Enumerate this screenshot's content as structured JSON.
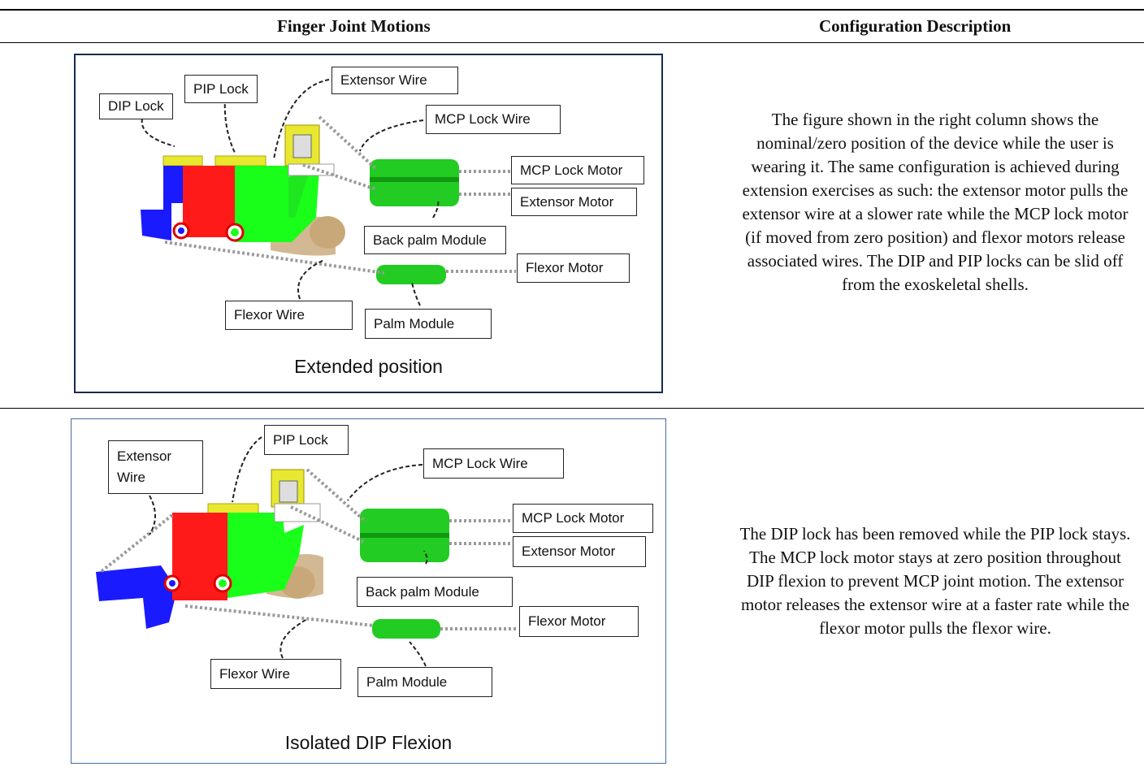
{
  "table": {
    "headers": [
      "Finger Joint Motions",
      "Configuration Description"
    ],
    "rows": [
      {
        "figure": {
          "caption": "Extended position",
          "labels": {
            "dip_lock": "DIP Lock",
            "pip_lock": "PIP Lock",
            "extensor_wire": "Extensor Wire",
            "mcp_lock_wire": "MCP Lock Wire",
            "mcp_lock_motor": "MCP Lock Motor",
            "extensor_motor": "Extensor Motor",
            "back_palm_module": "Back palm Module",
            "flexor_motor": "Flexor Motor",
            "flexor_wire": "Flexor Wire",
            "palm_module": "Palm Module"
          }
        },
        "description": "The figure shown in the right column shows the nominal/zero position of the device while the user is wearing it. The same configuration is achieved during extension exercises as such: the extensor motor pulls the extensor wire at a slower rate while the MCP lock motor (if moved from zero position) and flexor motors release associated wires. The DIP and PIP locks can be slid off from the exoskeletal shells."
      },
      {
        "figure": {
          "caption": "Isolated DIP Flexion",
          "labels": {
            "extensor_wire": "Extensor Wire",
            "pip_lock": "PIP Lock",
            "mcp_lock_wire": "MCP Lock Wire",
            "mcp_lock_motor": "MCP Lock Motor",
            "extensor_motor": "Extensor Motor",
            "back_palm_module": "Back palm Module",
            "flexor_motor": "Flexor Motor",
            "flexor_wire": "Flexor Wire",
            "palm_module": "Palm Module"
          }
        },
        "description": "The DIP lock has been removed while the PIP lock stays. The MCP lock motor stays at zero position throughout DIP flexion to prevent MCP joint motion. The extensor motor releases the extensor wire at a faster rate while the flexor motor pulls the flexor wire."
      }
    ]
  },
  "colors": {
    "dip_segment": "#1a1aff",
    "pip_segment": "#ff1a1a",
    "mcp_segment": "#1aff1a",
    "motor_green": "#22cc22",
    "lock_yellow": "#e8e830",
    "palm_tan": "#c8a878",
    "wire_gray": "#9a9a9a",
    "frame_top": "#1a2a50",
    "frame_bottom": "#4a6aa0"
  }
}
